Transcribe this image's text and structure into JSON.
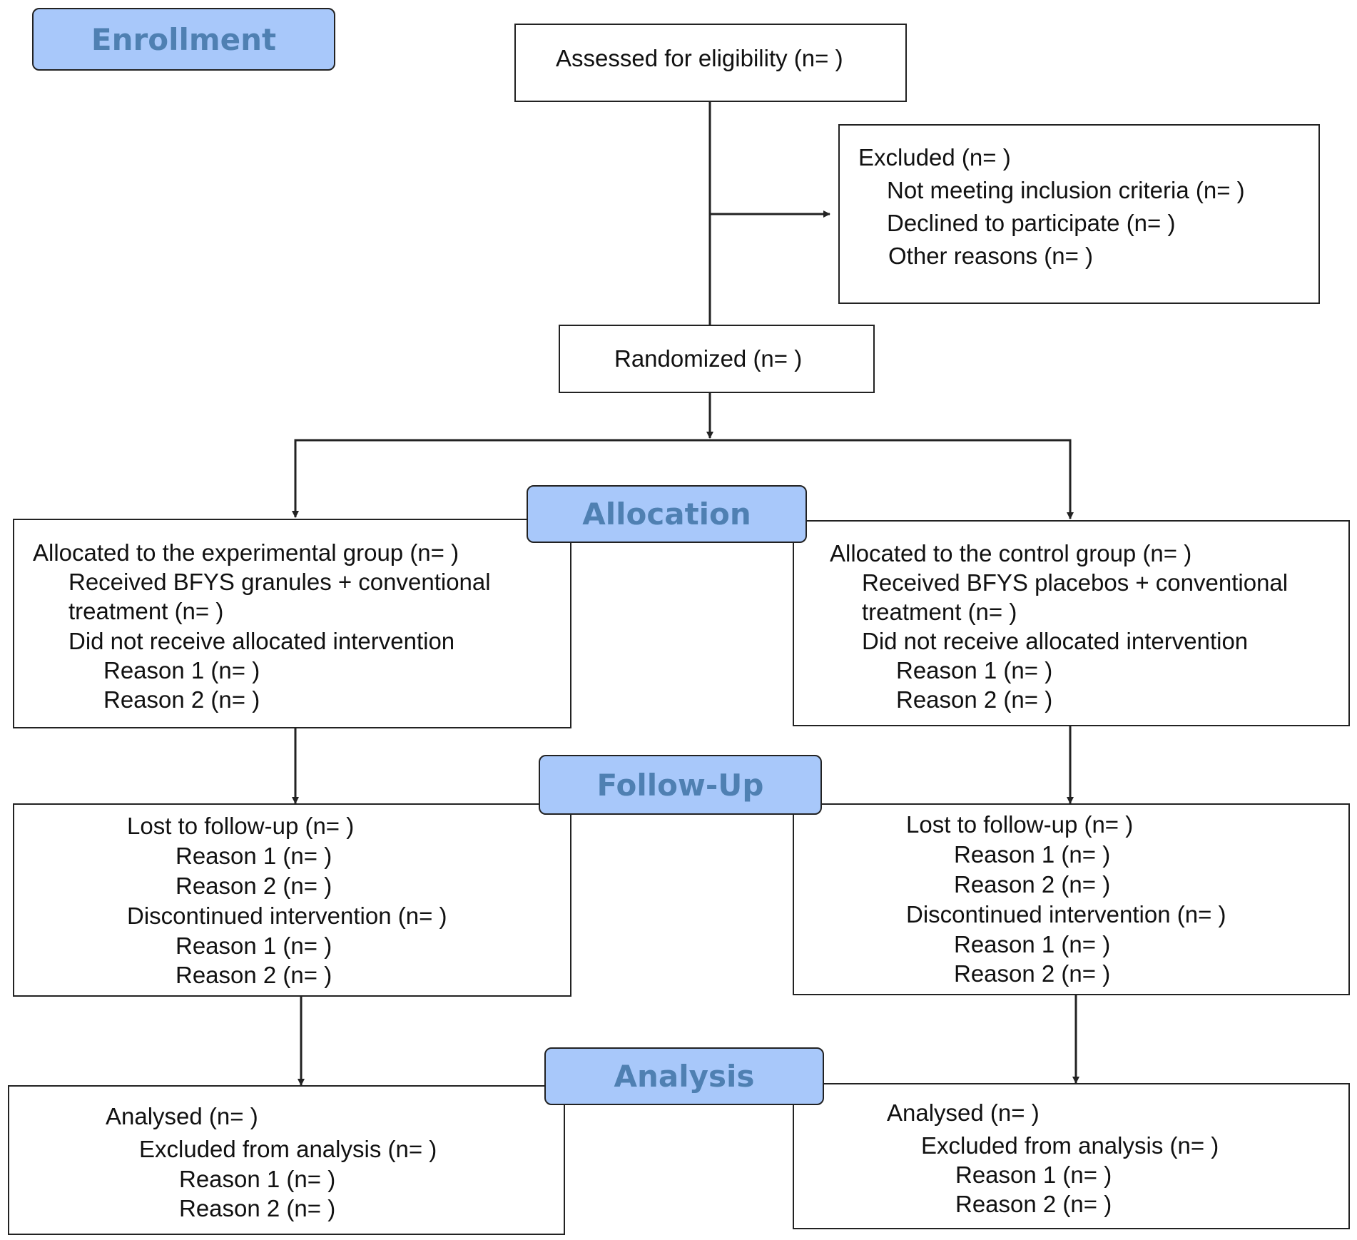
{
  "colors": {
    "stage_fill": "#a8c8fa",
    "stage_text": "#4f80b2",
    "stroke": "#222222",
    "text": "#111111"
  },
  "stages": {
    "enrollment": "Enrollment",
    "allocation": "Allocation",
    "follow_up": "Follow-Up",
    "analysis": "Analysis"
  },
  "assessed": "Assessed for eligibility (n=  )",
  "excluded": {
    "title": "Excluded  (n=   )",
    "inclusion": "Not meeting inclusion criteria (n=  )",
    "declined": "Declined to participate (n=  )",
    "other": "Other reasons (n=  )"
  },
  "randomized": "Randomized (n=  )",
  "allocation": {
    "experimental": {
      "title": "Allocated to the experimental group (n=  )",
      "received_1": "Received BFYS granules + conventional",
      "received_2": "treatment (n=  )",
      "not_received": "Did not receive allocated intervention",
      "reason_1": "Reason 1 (n=  )",
      "reason_2": "Reason 2 (n=  )"
    },
    "control": {
      "title": "Allocated to the control group (n=  )",
      "received_1": "Received BFYS placebos + conventional",
      "received_2": "treatment (n=  )",
      "not_received": "Did not receive allocated intervention",
      "reason_1": "Reason 1 (n=  )",
      "reason_2": "Reason 2 (n=  )"
    }
  },
  "follow_up": {
    "experimental": {
      "lost": "Lost to follow-up (n= )",
      "lost_reason_1": "Reason 1 (n= )",
      "lost_reason_2": "Reason 2 (n= )",
      "discontinued": "Discontinued intervention (n= )",
      "disc_reason_1": "Reason 1 (n= )",
      "disc_reason_2": "Reason 2 (n= )"
    },
    "control": {
      "lost": "Lost to follow-up (n= )",
      "lost_reason_1": "Reason 1 (n= )",
      "lost_reason_2": "Reason 2 (n= )",
      "discontinued": "Discontinued intervention (n= )",
      "disc_reason_1": "Reason 1 (n= )",
      "disc_reason_2": "Reason 2 (n= )"
    }
  },
  "analysis": {
    "experimental": {
      "analysed": "Analysed  (n=  )",
      "excluded": "Excluded from analysis (n=  )",
      "reason_1": "Reason 1 (n= )",
      "reason_2": "Reason 2 (n= )"
    },
    "control": {
      "analysed": "Analysed  (n=  )",
      "excluded": "Excluded from analysis (n=  )",
      "reason_1": "Reason 1 (n= )",
      "reason_2": "Reason 2 (n= )"
    }
  }
}
